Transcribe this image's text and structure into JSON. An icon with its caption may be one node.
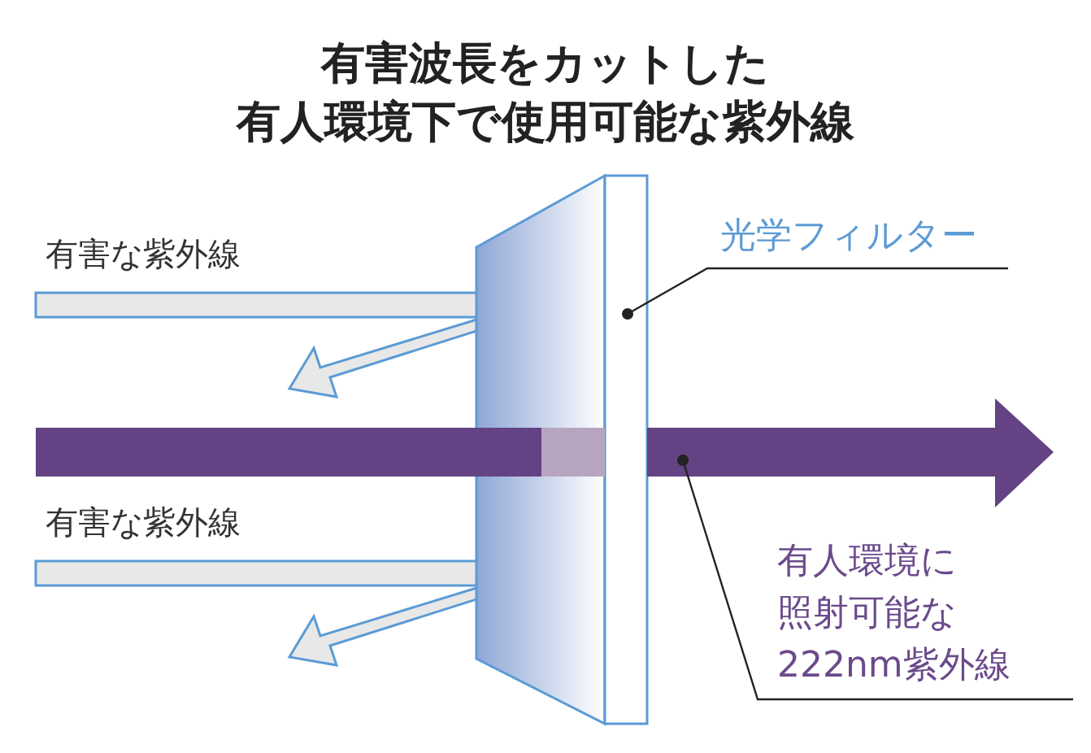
{
  "diagram": {
    "title": "有害波長をカットした有人環境下で使用可能な紫外線",
    "nodes": [
      {
        "text": [
          "光学フィルター"
        ]
      },
      {
        "text": [],
        "shape": "box"
      },
      {
        "text": [
          "有人環境に照射可能な222nm紫外線"
        ]
      },
      {
        "text": [],
        "shape": "arrow"
      }
    ],
    "edges": [
      {
        "from": 0,
        "to": 1,
        "arrow": "other"
      },
      {
        "from": 2,
        "to": 3,
        "arrow": "other"
      }
    ],
    "labels": [
      "有害な紫外線",
      "有害な紫外線"
    ]
  }
}
